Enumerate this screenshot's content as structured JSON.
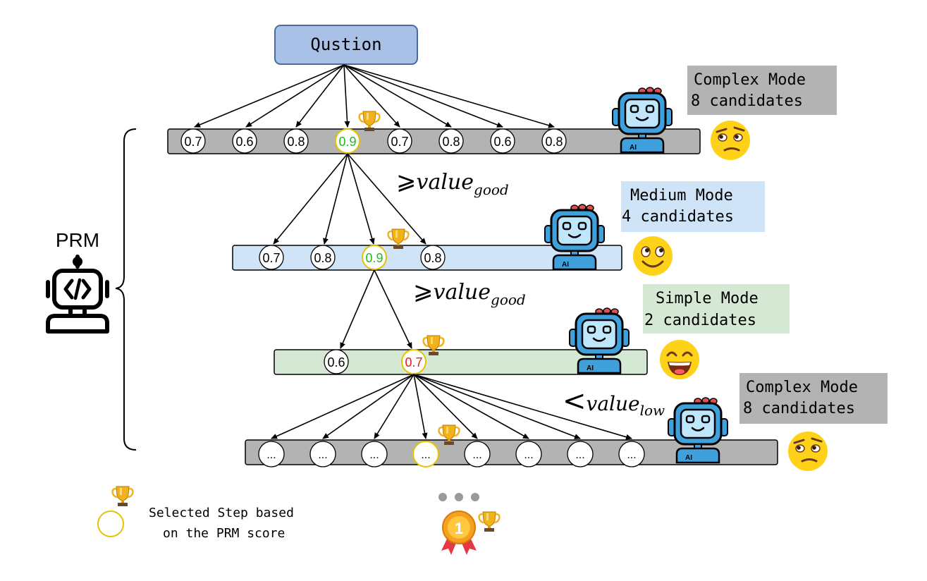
{
  "question": {
    "label": "Qustion"
  },
  "left": {
    "prm_label": "PRM"
  },
  "rows": [
    {
      "mode_word": "Complex",
      "mode_suffix": "Mode",
      "candidates": "8 candidates",
      "scores": [
        "0.7",
        "0.6",
        "0.8",
        "0.9",
        "0.7",
        "0.8",
        "0.6",
        "0.8"
      ],
      "selected": 3,
      "selected_color": "#22bb22"
    },
    {
      "mode_word": "Medium",
      "mode_suffix": "Mode",
      "candidates": "4 candidates",
      "scores": [
        "0.7",
        "0.8",
        "0.9",
        "0.8"
      ],
      "selected": 2,
      "selected_color": "#22bb22"
    },
    {
      "mode_word": "Simple",
      "mode_suffix": "Mode",
      "candidates": "2 candidates",
      "scores": [
        "0.6",
        "0.7"
      ],
      "selected": 1,
      "selected_color": "#e02020"
    },
    {
      "mode_word": "Complex",
      "mode_suffix": "Mode",
      "candidates": "8 candidates",
      "scores": [
        "...",
        "...",
        "...",
        "...",
        "...",
        "...",
        "...",
        "..."
      ],
      "selected": 3,
      "selected_color": "#000000"
    }
  ],
  "thresholds": [
    {
      "symbol": "⩾",
      "base": "value",
      "sub": "good"
    },
    {
      "symbol": "⩾",
      "base": "value",
      "sub": "good"
    },
    {
      "symbol": "<",
      "base": "value",
      "sub": "low"
    }
  ],
  "legend": {
    "line1": "Selected Step based",
    "line2": "on the PRM score"
  },
  "colors": {
    "question_fill": "#a9c1e6",
    "question_stroke": "#4a6aa0",
    "complex_bar": "#b3b3b3",
    "medium_bar": "#cfe4f7",
    "simple_bar": "#d5e8d4",
    "complex_box": "#b3b3b3",
    "medium_box": "#cfe4f7",
    "simple_box": "#d5e8d4",
    "selected_ring": "#e6c200",
    "robot_face": "#9fd3f2",
    "robot_body": "#3fa0dc",
    "emoji_face": "#ffd21a"
  },
  "icons": [
    "robot-icon",
    "trophy-icon",
    "medal-icon",
    "code-robot-icon",
    "skeptical-face-icon",
    "smiling-face-icon",
    "grinning-face-icon"
  ]
}
